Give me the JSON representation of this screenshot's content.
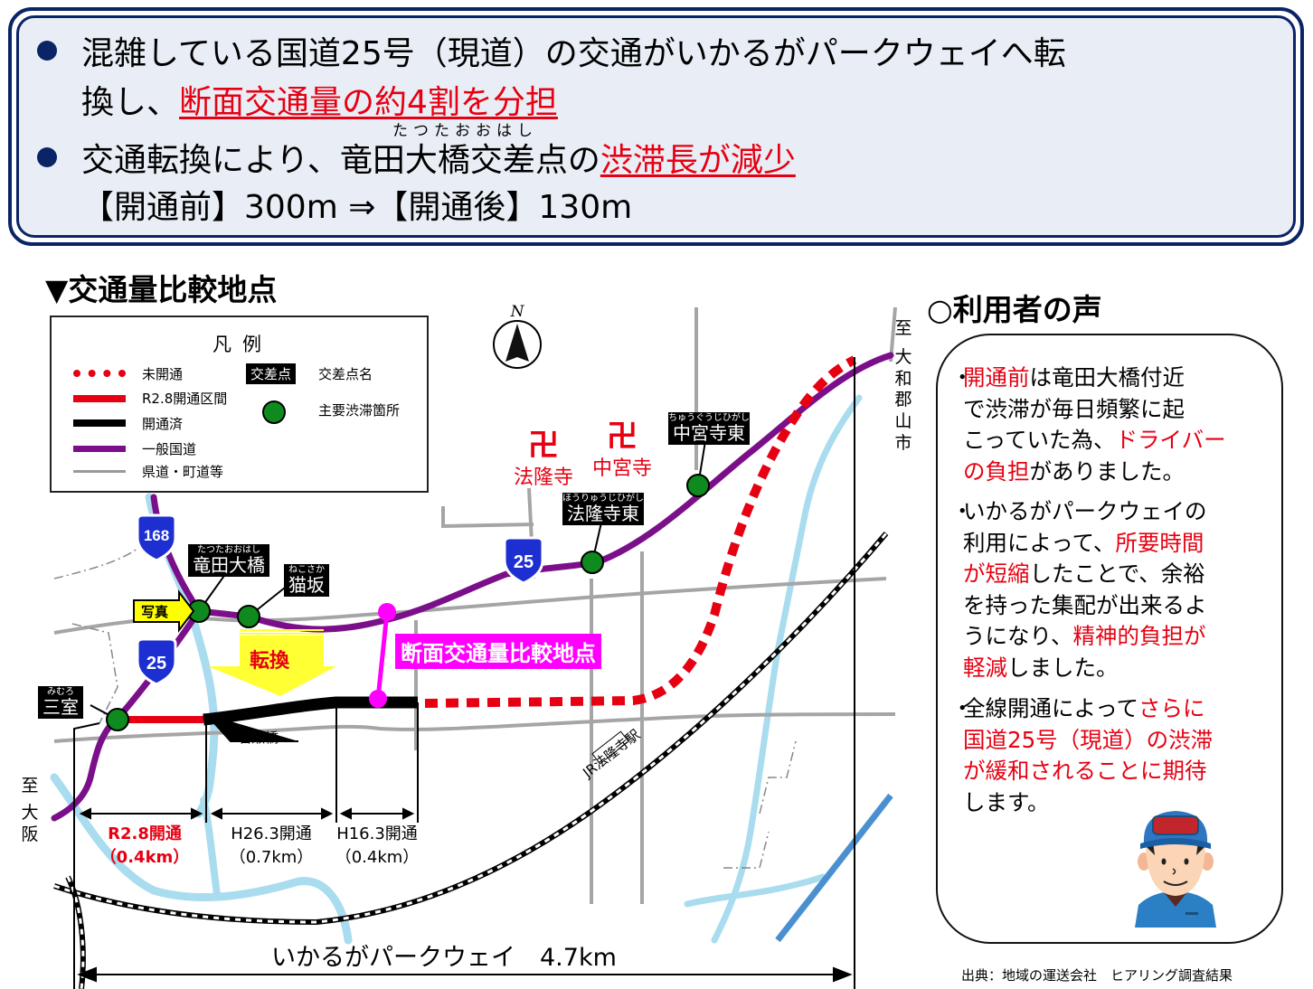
{
  "summary": {
    "bullet1_line1": "混雑している国道25号（現道）の交通がいかるがパークウェイへ転",
    "bullet1_line2_plain": "換し、",
    "bullet1_line2_red": "断面交通量の約4割を分担",
    "bullet2_ruby": "たつたおおはし",
    "bullet2_plain": "交通転換により、竜田大橋交差点の",
    "bullet2_red": "渋滞長が減少",
    "bullet2_line2": "【開通前】300m ⇒【開通後】130m",
    "colors": {
      "border": "#0b2466",
      "background": "#e9eef6",
      "highlight": "#e60012"
    }
  },
  "map": {
    "section_title": "▼交通量比較地点",
    "north_label": "N",
    "legend": {
      "title": "凡例",
      "items": [
        {
          "label": "未開通",
          "style": "red-dotted",
          "color": "#e60012"
        },
        {
          "label": "R2.8開通区間",
          "style": "red-solid",
          "color": "#e60012"
        },
        {
          "label": "開通済",
          "style": "black-solid",
          "color": "#000000"
        },
        {
          "label": "一般国道",
          "style": "purple-solid",
          "color": "#7b0f8a"
        },
        {
          "label": "県道・町道等",
          "style": "gray-solid",
          "color": "#999999"
        }
      ],
      "intersection_box": "交差点",
      "intersection_desc": "交差点名",
      "congestion_desc": "主要渋滞箇所"
    },
    "intersections": [
      {
        "kana": "たつたおおはし",
        "name": "竜田大橋"
      },
      {
        "kana": "ねこさか",
        "name": "猫坂"
      },
      {
        "kana": "みむろ",
        "name": "三室"
      },
      {
        "kana": "ほうりゅうじひがし",
        "name": "法隆寺東"
      },
      {
        "kana": "ちゅうぐうじひがし",
        "name": "中宮寺東"
      }
    ],
    "temples": [
      {
        "mark": "卍",
        "name": "法隆寺"
      },
      {
        "mark": "卍",
        "name": "中宮寺"
      }
    ],
    "route_shields": [
      "168",
      "25",
      "25"
    ],
    "photo_label": "写真",
    "convert_label": "転換",
    "comparison_point": "断面交通量比較地点",
    "bridge": "岩瀬橋",
    "station": "JR法隆寺駅",
    "station_jr": "JR",
    "station_name": "法隆寺駅",
    "to_osaka": [
      "至",
      "大",
      "阪"
    ],
    "to_yamatokoriyama": [
      "至",
      "大",
      "和",
      "郡",
      "山",
      "市"
    ],
    "segments": [
      {
        "line1": "R2.8開通",
        "line2": "（0.4km）",
        "highlight": true
      },
      {
        "line1": "H26.3開通",
        "line2": "（0.7km）",
        "highlight": false
      },
      {
        "line1": "H16.3開通",
        "line2": "（0.4km）",
        "highlight": false
      }
    ],
    "total_length": "いかるがパークウェイ　4.7km"
  },
  "voice": {
    "title": "○利用者の声",
    "items": [
      {
        "parts": [
          {
            "t": "開通前",
            "red": true
          },
          {
            "t": "は竜田大橋付近で渋滞が毎日頻繁に起こっていた為、",
            "red": false
          },
          {
            "t": "ドライバーの負担",
            "red": true
          },
          {
            "t": "がありました。",
            "red": false
          }
        ]
      },
      {
        "parts": [
          {
            "t": "いかるがパークウェイの利用によって、",
            "red": false
          },
          {
            "t": "所要時間が短縮",
            "red": true
          },
          {
            "t": "したことで、余裕を持った集配が出来るようになり、",
            "red": false
          },
          {
            "t": "精神的負担が軽減",
            "red": true
          },
          {
            "t": "しました。",
            "red": false
          }
        ]
      },
      {
        "parts": [
          {
            "t": "全線開通によって",
            "red": false
          },
          {
            "t": "さらに国道25号（現道）の渋滞が緩和されることに期待",
            "red": true
          },
          {
            "t": "します。",
            "red": false
          }
        ]
      }
    ],
    "lines": {
      "i1": [
        "・",
        "開通前",
        "は竜田大橋付近",
        "で渋滞が毎日頻繁に起",
        "こっていた為、",
        "ドライバー",
        "の負担",
        "がありました。"
      ],
      "i2": [
        "・",
        "いかるがパークウェイの",
        "利用によって、",
        "所要時間",
        "が短縮",
        "したことで、余裕",
        "を持った集配が出来るよ",
        "うになり、",
        "精神的負担が",
        "軽減",
        "しました。"
      ],
      "i3": [
        "・",
        "全線開通によって",
        "さらに",
        "国道25号（現道）の渋滞",
        "が緩和されることに期待",
        "します。"
      ]
    },
    "source": "出典：地域の運送会社　ヒアリング調査結果"
  }
}
